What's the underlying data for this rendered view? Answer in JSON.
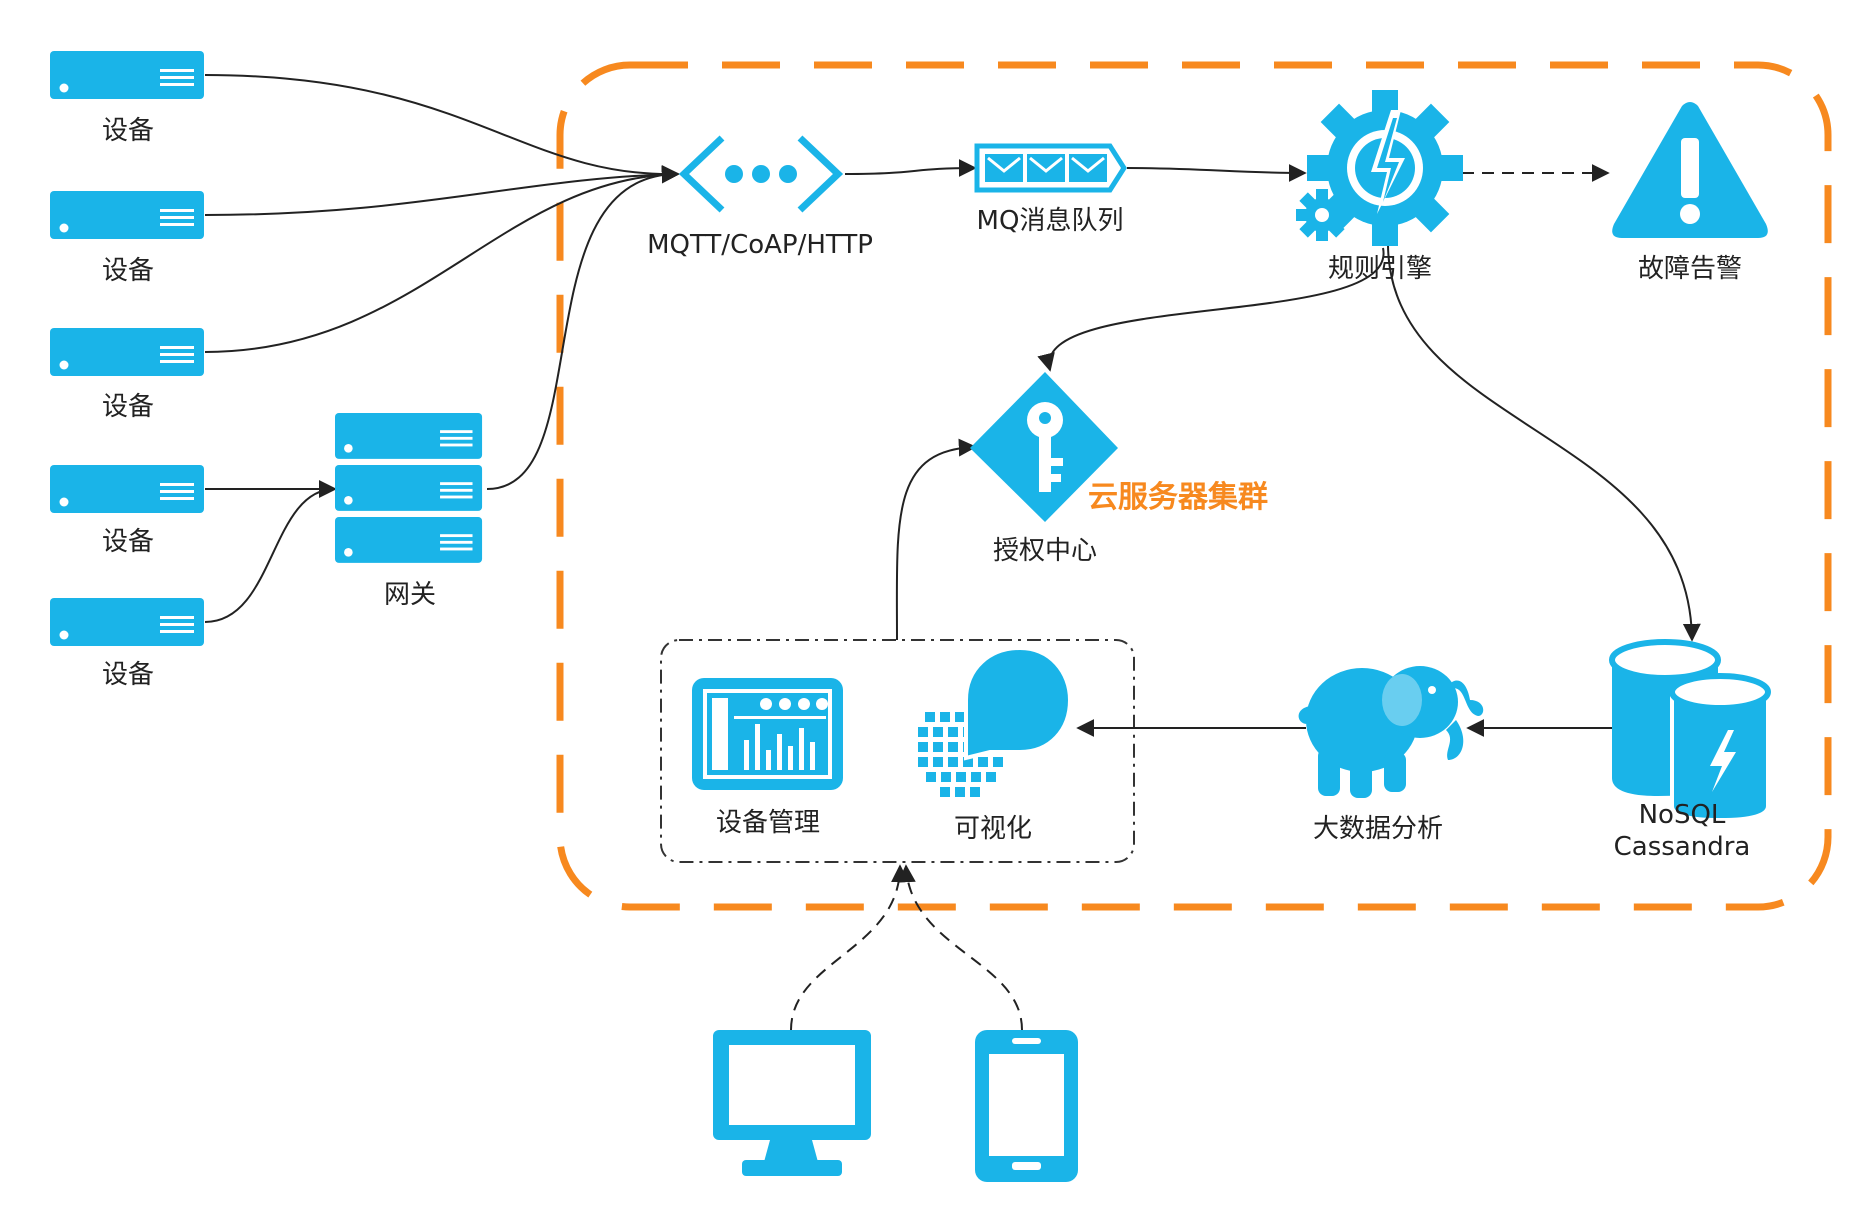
{
  "colors": {
    "accent": "#1ab4e8",
    "cluster_border": "#f7891f",
    "line": "#222222"
  },
  "devices": [
    {
      "label": "设备",
      "icon": "server-icon"
    },
    {
      "label": "设备",
      "icon": "server-icon"
    },
    {
      "label": "设备",
      "icon": "server-icon"
    },
    {
      "label": "设备",
      "icon": "server-icon"
    },
    {
      "label": "设备",
      "icon": "server-icon"
    }
  ],
  "gateway": {
    "label": "网关",
    "icon": "server-rack-icon"
  },
  "cluster": {
    "label": "云服务器集群"
  },
  "nodes": {
    "protocol": {
      "label": "MQTT/CoAP/HTTP",
      "icon": "protocol-icon"
    },
    "mq": {
      "label": "MQ消息队列",
      "icon": "message-queue-icon"
    },
    "rules": {
      "label": "规则引擎",
      "icon": "gear-lightning-icon"
    },
    "alarm": {
      "label": "故障告警",
      "icon": "warning-icon"
    },
    "auth": {
      "label": "授权中心",
      "icon": "key-icon"
    },
    "nosql": {
      "label_line1": "NoSQL",
      "label_line2": "Cassandra",
      "icon": "database-icon"
    },
    "bigdata": {
      "label": "大数据分析",
      "icon": "hadoop-elephant-icon"
    },
    "device_mgmt": {
      "label": "设备管理",
      "icon": "dashboard-icon"
    },
    "visual": {
      "label": "可视化",
      "icon": "visualization-icon"
    }
  },
  "clients": [
    {
      "icon": "monitor-icon"
    },
    {
      "icon": "phone-icon"
    }
  ]
}
